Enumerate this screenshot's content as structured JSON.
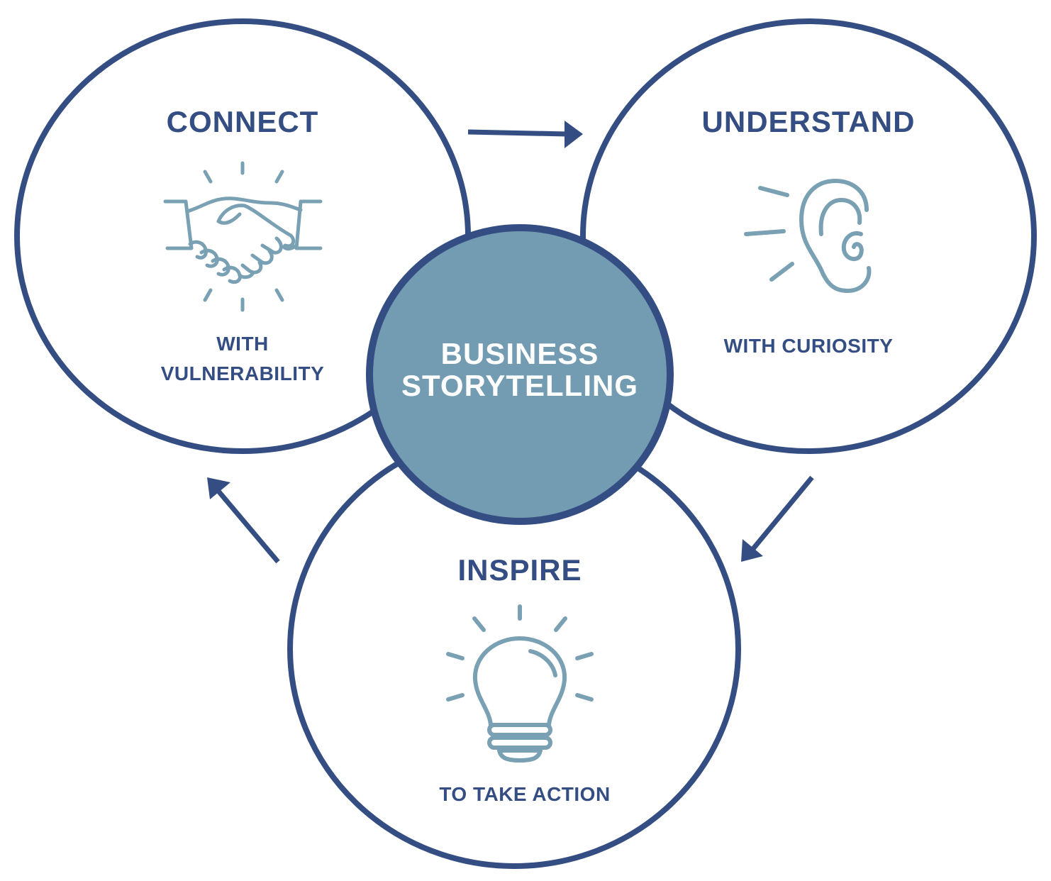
{
  "center": {
    "line1": "BUSINESS",
    "line2": "STORYTELLING"
  },
  "connect": {
    "title": "CONNECT",
    "sub1": "WITH",
    "sub2": "VULNERABILITY",
    "icon": "handshake-icon"
  },
  "understand": {
    "title": "UNDERSTAND",
    "sub": "WITH CURIOSITY",
    "icon": "ear-icon"
  },
  "inspire": {
    "title": "INSPIRE",
    "sub": "TO TAKE ACTION",
    "icon": "lightbulb-icon"
  },
  "colors": {
    "outline": "#344e83",
    "icon": "#7aa0b4",
    "center_fill": "#739cb2",
    "center_text": "#ffffff"
  }
}
